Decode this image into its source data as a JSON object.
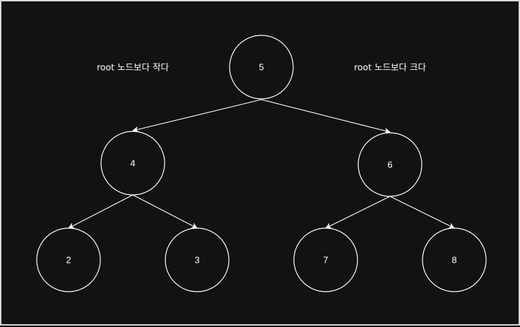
{
  "diagram": {
    "colors": {
      "background": "#121212",
      "stroke": "#ffffff",
      "text": "#ffffff",
      "frame": "#d6d6d6"
    },
    "notes": {
      "left": "root 노드보다 작다",
      "right": "root 노드보다 크다"
    },
    "nodes": {
      "root": "5",
      "left_child": "4",
      "right_child": "6",
      "left_left": "2",
      "left_right": "3",
      "right_left": "7",
      "right_right": "8"
    },
    "edges": [
      [
        "root",
        "left_child"
      ],
      [
        "root",
        "right_child"
      ],
      [
        "left_child",
        "left_left"
      ],
      [
        "left_child",
        "left_right"
      ],
      [
        "right_child",
        "right_left"
      ],
      [
        "right_child",
        "right_right"
      ]
    ]
  }
}
